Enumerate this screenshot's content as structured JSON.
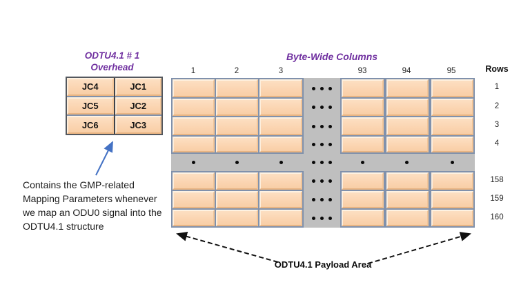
{
  "colors": {
    "title_purple": "#7030A0",
    "cell_fill": "#FBD5B2",
    "grid_line_slate": "#8091AC",
    "gray_band": "#BFBFBF",
    "blue_arrow": "#4472C4",
    "black_arrow": "#111111"
  },
  "overhead": {
    "title_line1": "ODTU4.1 # 1",
    "title_line2": "Overhead",
    "cells": [
      [
        "JC4",
        "JC1"
      ],
      [
        "JC5",
        "JC2"
      ],
      [
        "JC6",
        "JC3"
      ]
    ]
  },
  "annotation": {
    "lines": [
      "Contains the GMP-related",
      "Mapping Parameters whenever",
      "we map an ODU0 signal into the",
      "ODTU4.1 structure"
    ]
  },
  "payload": {
    "columns_title": "Byte-Wide Columns",
    "column_headers": [
      "1",
      "2",
      "3",
      "93",
      "94",
      "95"
    ],
    "rows_label": "Rows",
    "row_numbers": [
      "1",
      "2",
      "3",
      "4",
      "158",
      "159",
      "160"
    ],
    "payload_label": "ODTU4.1 Payload Area"
  }
}
